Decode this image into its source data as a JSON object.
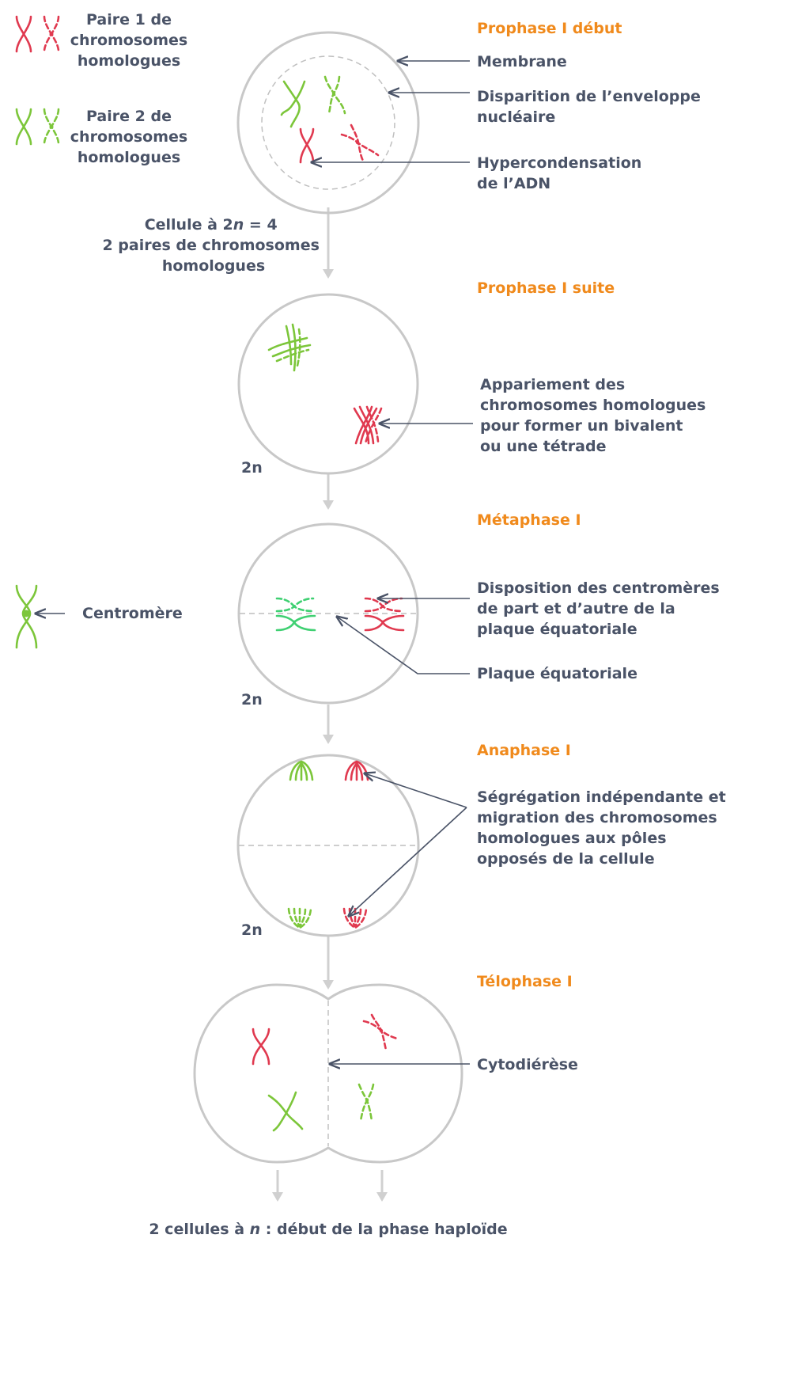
{
  "legend": {
    "pair1": [
      "Paire 1 de",
      "chromosomes",
      "homologues"
    ],
    "pair2": [
      "Paire 2 de",
      "chromosomes",
      "homologues"
    ],
    "centromere": "Centromère"
  },
  "colors": {
    "red": "#e0394f",
    "green": "#7cc63a",
    "title": "#f08a1c",
    "text": "#4a5367",
    "cell": "#c8c8c8"
  },
  "stages": [
    {
      "title": "Prophase I début",
      "labels": [
        [
          "Membrane"
        ],
        [
          "Disparition de l’enveloppe",
          "nucléaire"
        ],
        [
          "Hypercondensation",
          "de l’ADN"
        ]
      ],
      "caption": [
        "Cellule à 2",
        "n",
        " = 4",
        "2 paires de chromosomes",
        "homologues"
      ]
    },
    {
      "title": "Prophase I suite",
      "labels": [
        [
          "Appariement des",
          "chromosomes homologues",
          "pour former un bivalent",
          "ou une tétrade"
        ]
      ],
      "ploidy": "2n"
    },
    {
      "title": "Métaphase I",
      "labels": [
        [
          "Disposition des centromères",
          "de part et d’autre de la",
          "plaque équatoriale"
        ],
        [
          "Plaque équatoriale"
        ]
      ],
      "ploidy": "2n"
    },
    {
      "title": "Anaphase I",
      "labels": [
        [
          "Ségrégation indépendante et",
          "migration des chromosomes",
          "homologues aux pôles",
          "opposés de la cellule"
        ]
      ],
      "ploidy": "2n"
    },
    {
      "title": "Télophase I",
      "labels": [
        [
          "Cytodiérèse"
        ]
      ]
    }
  ],
  "footer": {
    "before": "2 cellules à ",
    "n": "n",
    "after": " : début de la phase haploïde"
  }
}
